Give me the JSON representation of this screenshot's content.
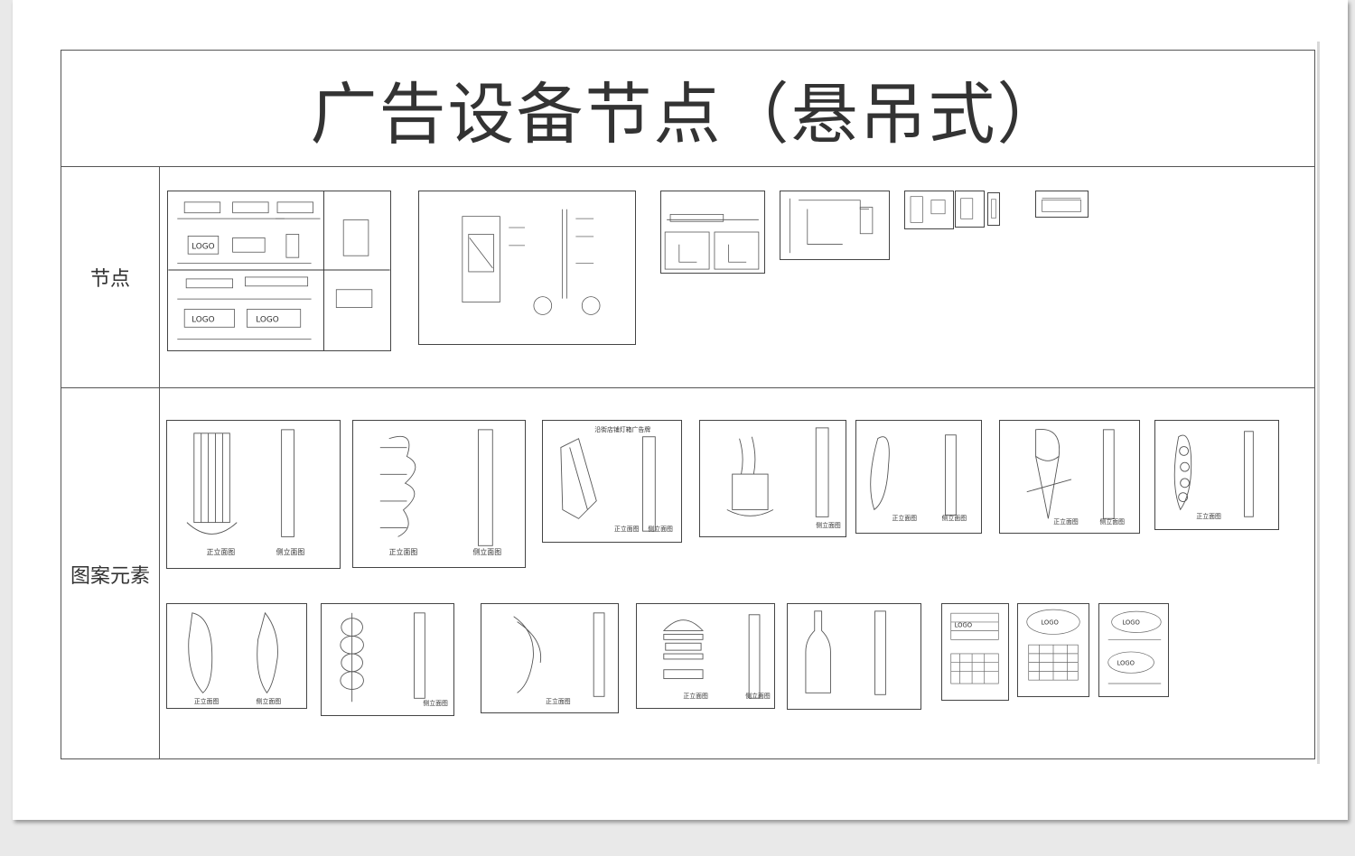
{
  "title": "广告设备节点（悬吊式）",
  "rows": {
    "nodes_label": "节点",
    "elements_label": "图案元素"
  },
  "drawing_labels": {
    "logo": "LOGO",
    "signboard": "沿街店铺灯箱广告牌",
    "front_view": "正立面图",
    "side_view": "侧立面图"
  }
}
